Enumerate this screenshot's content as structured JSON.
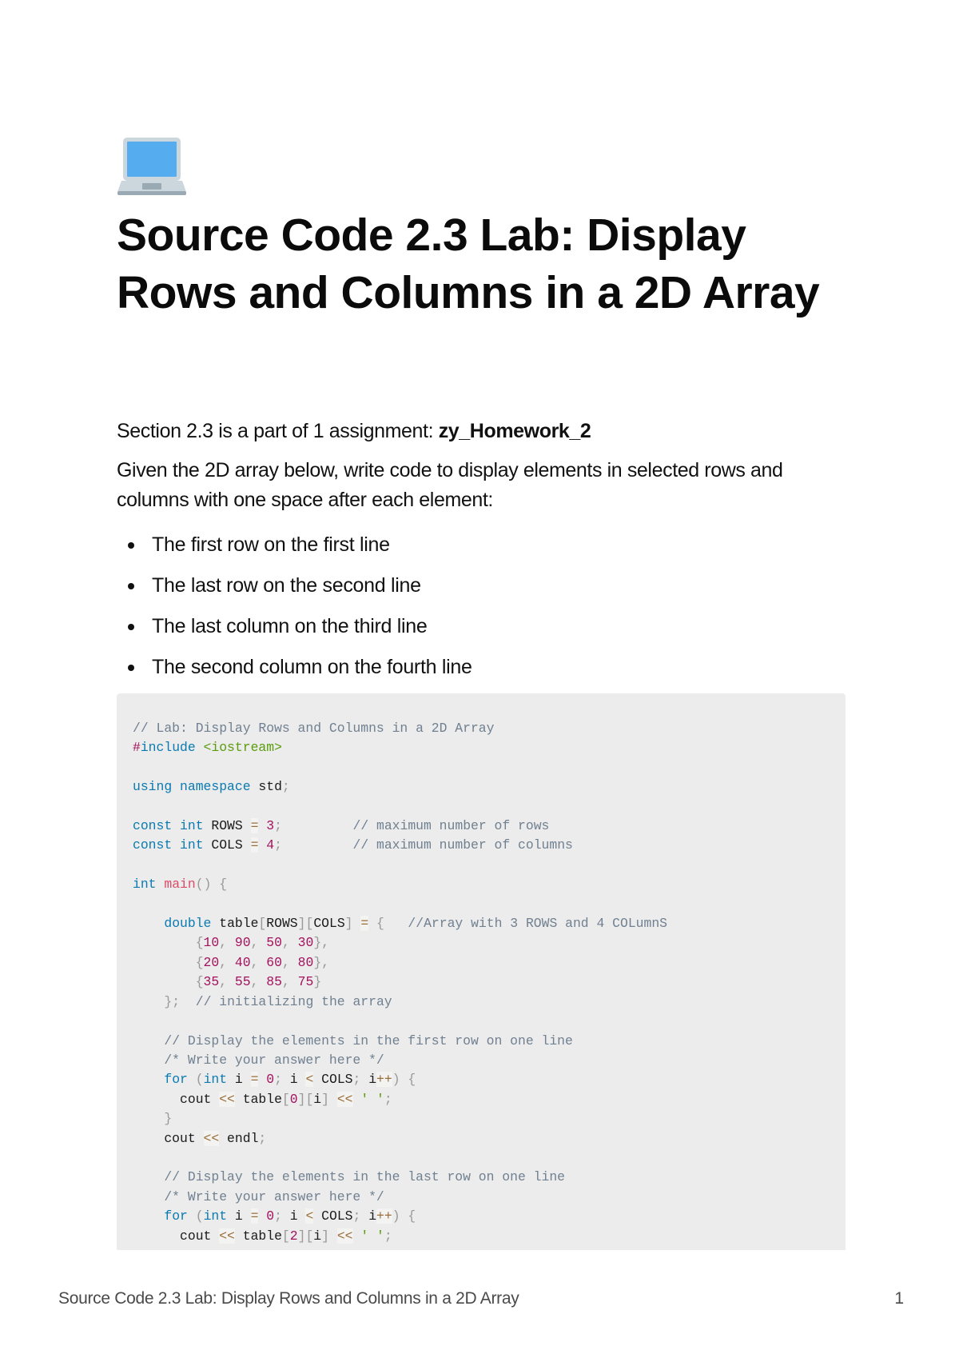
{
  "page": {
    "icon": "laptop-icon",
    "title": "Source Code 2.3 Lab: Display Rows and Columns in a 2D Array",
    "meta_prefix": "Section 2.3 is a part of 1 assignment: ",
    "meta_assignment": "zy_Homework_2",
    "description": "Given the 2D array below, write code to display elements in selected rows and columns with one space after each element:",
    "bullets": [
      "The first row on the first line",
      "The last row on the second line",
      "The last column on the third line",
      "The second column on the fourth line"
    ]
  },
  "code": {
    "language": "C++",
    "lines": [
      "// Lab: Display Rows and Columns in a 2D Array",
      "#include <iostream>",
      "",
      "using namespace std;",
      "",
      "const int ROWS = 3;         // maximum number of rows",
      "const int COLS = 4;         // maximum number of columns",
      "",
      "int main() {",
      "",
      "    double table[ROWS][COLS] = {   //Array with 3 ROWS and 4 COLumnS",
      "        {10, 90, 50, 30},",
      "        {20, 40, 60, 80},",
      "        {35, 55, 85, 75}",
      "    };  // initializing the array",
      "",
      "    // Display the elements in the first row on one line",
      "    /* Write your answer here */",
      "    for (int i = 0; i < COLS; i++) {",
      "      cout << table[0][i] << ' ';",
      "    }",
      "    cout << endl;",
      "",
      "    // Display the elements in the last row on one line",
      "    /* Write your answer here */",
      "    for (int i = 0; i < COLS; i++) {",
      "      cout << table[2][i] << ' ';"
    ]
  },
  "footer": {
    "title": "Source Code 2.3 Lab: Display Rows and Columns in a 2D Array",
    "page_number": "1"
  },
  "colors": {
    "code_background": "#ececec",
    "keyword": "#0a7ab0",
    "comment": "#708090",
    "number": "#a3125d",
    "string": "#5b9c0d",
    "function": "#dd4a68"
  }
}
